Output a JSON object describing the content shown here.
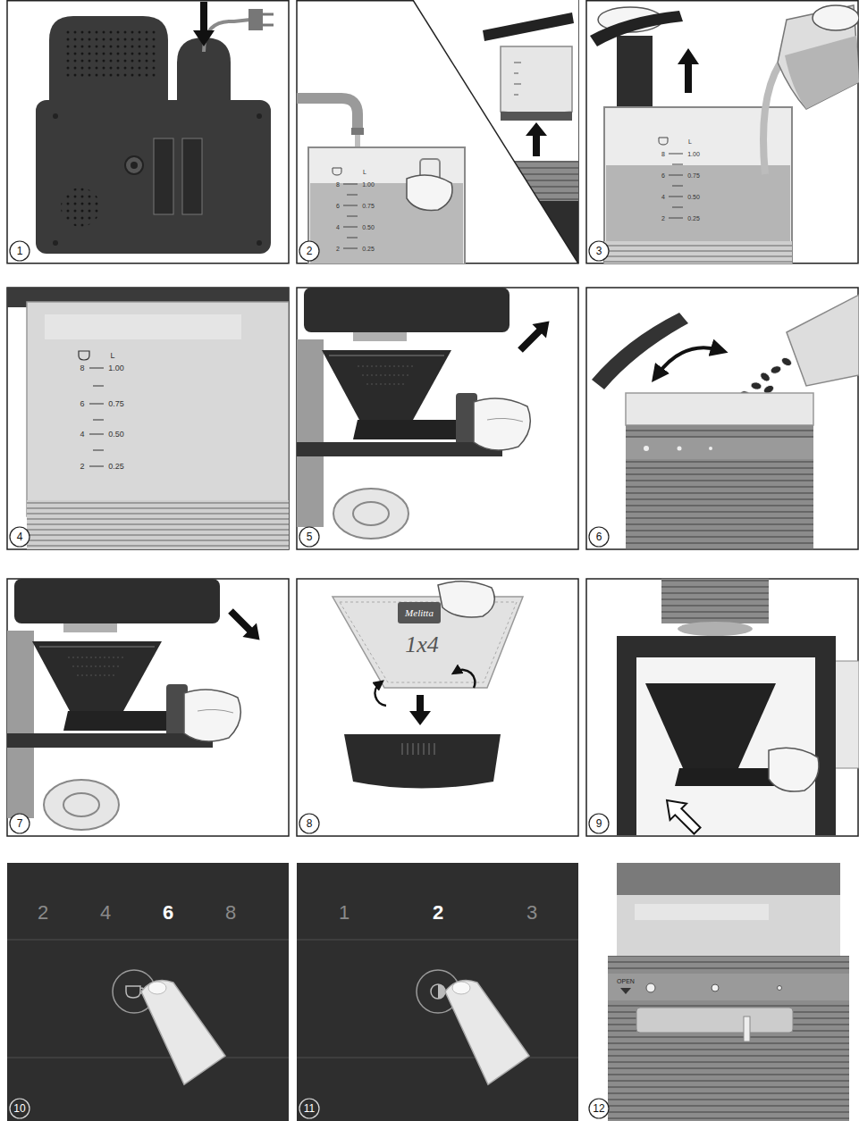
{
  "diagram": {
    "labels": [
      "1",
      "2",
      "L",
      "8",
      "1.00",
      "6",
      "0.75",
      "4",
      "0.50",
      "2",
      "0.25",
      "3",
      "L",
      "8",
      "1.00",
      "6",
      "0.75",
      "4",
      "0.50",
      "2",
      "0.25",
      "4",
      "L",
      "8",
      "1.00",
      "6",
      "0.75",
      "4",
      "0.50",
      "2",
      "0.25",
      "5",
      "6",
      "7",
      "8",
      "Melitta",
      "1x4",
      "9",
      "10",
      "2",
      "4",
      "6",
      "8",
      "11",
      "1",
      "2",
      "3",
      "12",
      "OPEN"
    ]
  }
}
